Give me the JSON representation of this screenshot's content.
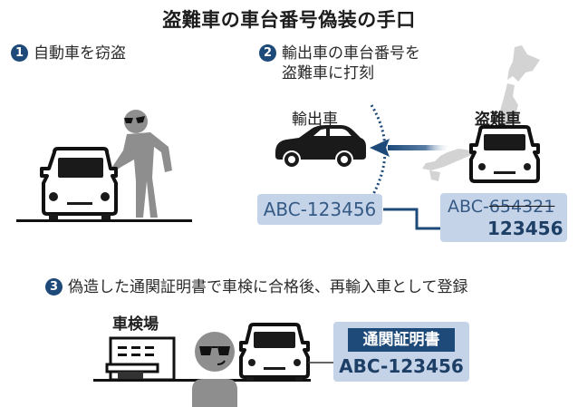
{
  "title": "盗難車の車台番号偽装の手口",
  "steps": [
    {
      "number": "1",
      "text": "自動車を窃盗"
    },
    {
      "number": "2",
      "text_line1": "輸出車の車台番号を",
      "text_line2": "盗難車に打刻"
    },
    {
      "number": "3",
      "text": "偽造した通関証明書で車検に合格後、再輸入車として登録"
    }
  ],
  "step2": {
    "export_car_label": "輸出車",
    "stolen_car_label": "盗難車",
    "export_plate": "ABC-123456",
    "stolen_plate_prefix": "ABC-",
    "stolen_plate_original": "654321",
    "stolen_plate_new": "123456"
  },
  "step3": {
    "inspection_label": "車検場",
    "certificate_title": "通関証明書",
    "certificate_number": "ABC-123456"
  },
  "colors": {
    "accent_blue": "#1d4a79",
    "plate_bg": "#c5d3e8",
    "figure_gray": "#8e8e8e",
    "map_gray": "#d0d0d0"
  }
}
